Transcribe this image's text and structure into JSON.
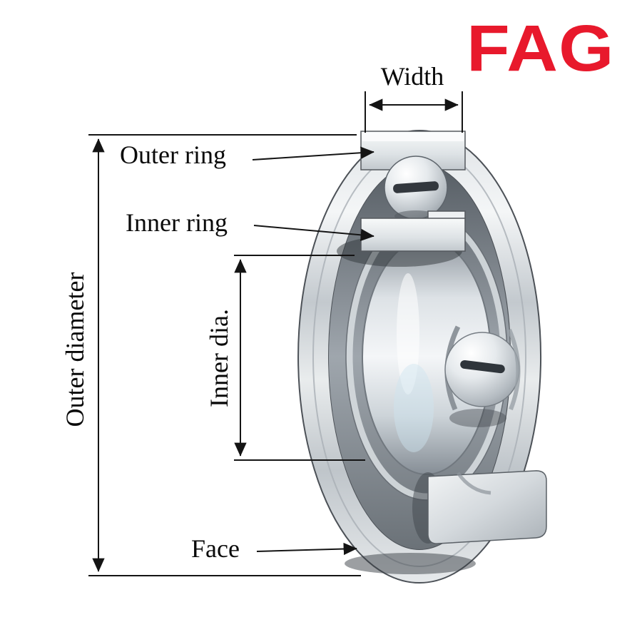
{
  "logo": {
    "text": "FAG",
    "color": "#e8192c"
  },
  "annotations": {
    "width": {
      "label": "Width"
    },
    "outer_ring": {
      "label": "Outer ring"
    },
    "inner_ring": {
      "label": "Inner ring"
    },
    "inner_dia": {
      "label": "Inner dia."
    },
    "outer_diameter": {
      "label": "Outer diameter"
    },
    "face": {
      "label": "Face"
    }
  }
}
